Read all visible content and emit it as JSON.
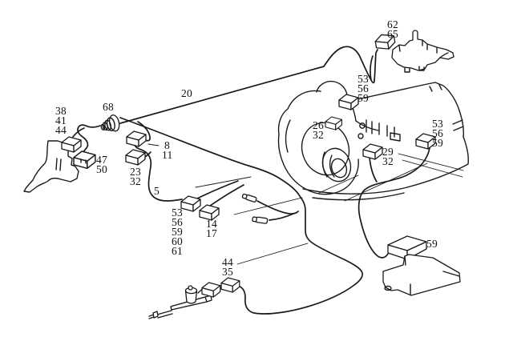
{
  "diagram": {
    "kind": "wiring-harness parts diagram",
    "background": "#ffffff",
    "ink": "#1a1a1a",
    "callouts": {
      "c20": {
        "lines": [
          "20"
        ]
      },
      "c68": {
        "lines": [
          "68"
        ]
      },
      "c38": {
        "lines": [
          "38",
          "41",
          "44"
        ]
      },
      "c47": {
        "lines": [
          "47",
          "50"
        ]
      },
      "c8": {
        "lines": [
          "8",
          "11"
        ]
      },
      "c23": {
        "lines": [
          "23",
          "32"
        ]
      },
      "c5": {
        "lines": [
          "5"
        ]
      },
      "c53a": {
        "lines": [
          "53",
          "56",
          "59",
          "60",
          "61"
        ]
      },
      "c14": {
        "lines": [
          "14",
          "17"
        ]
      },
      "c44": {
        "lines": [
          "44",
          "35"
        ]
      },
      "c62": {
        "lines": [
          "62",
          "65"
        ]
      },
      "c53b": {
        "lines": [
          "53",
          "56",
          "59"
        ]
      },
      "c26": {
        "lines": [
          "26",
          "32"
        ]
      },
      "c29": {
        "lines": [
          "29",
          "32"
        ]
      },
      "c53c": {
        "lines": [
          "53",
          "56",
          "59"
        ]
      },
      "c59": {
        "lines": [
          "59"
        ]
      }
    }
  }
}
